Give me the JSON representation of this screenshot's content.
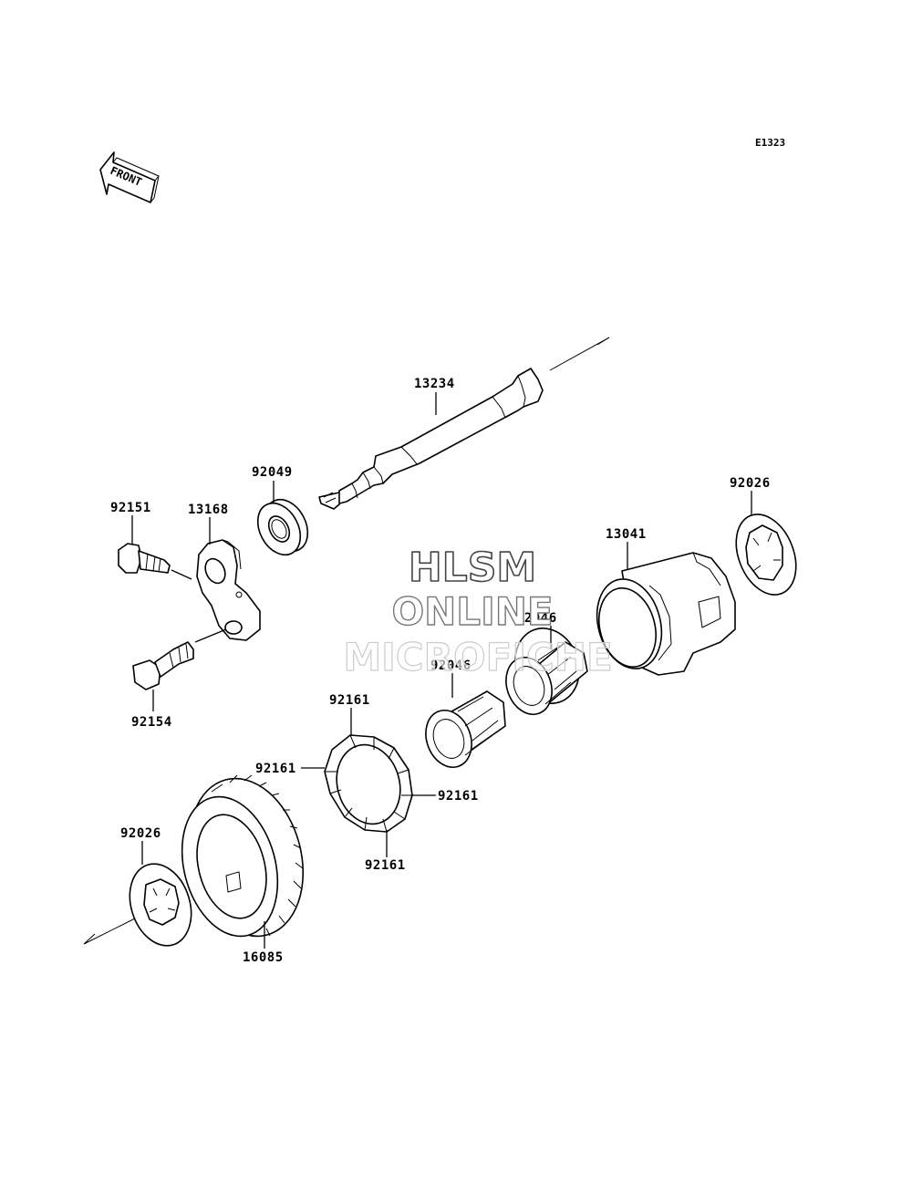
{
  "diagram_code": "E1323",
  "front_label": "FRONT",
  "watermark": {
    "line1": "HLSM",
    "line2": "ONLINE",
    "line3": "MICROFICHE"
  },
  "parts": {
    "p13234": "13234",
    "p92049": "92049",
    "p92151": "92151",
    "p13168": "13168",
    "p92154": "92154",
    "p92026_right": "92026",
    "p13041": "13041",
    "p92046_upper": "92046",
    "p92046_lower": "92046",
    "p92161_top": "92161",
    "p92161_left": "92161",
    "p92161_right": "92161",
    "p92161_bottom": "92161",
    "p92026_left": "92026",
    "p16085": "16085"
  }
}
